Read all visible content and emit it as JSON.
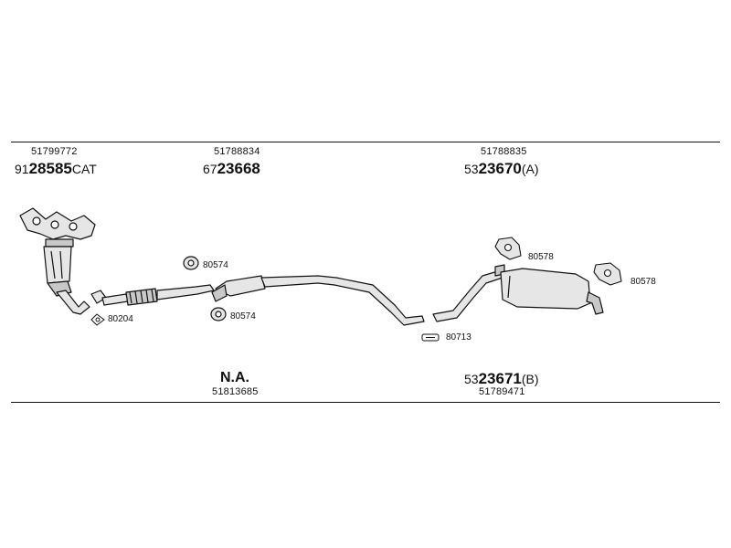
{
  "sections": [
    {
      "oe_number": "51799772",
      "part_prefix": "91",
      "part_main": "28585",
      "part_suffix": "CAT"
    },
    {
      "oe_number": "51788834",
      "part_prefix": "67",
      "part_main": "23668",
      "part_suffix": ""
    },
    {
      "oe_number": "51788835",
      "part_prefix": "53",
      "part_main": "23670",
      "part_suffix": "(A)"
    }
  ],
  "bottom_sections": [
    {
      "label": "N.A.",
      "oe_number": "51813685"
    },
    {
      "part_prefix": "53",
      "part_main": "23671",
      "part_suffix": "(B)",
      "oe_number": "51789471"
    }
  ],
  "accessories": {
    "gasket": "80204",
    "hanger_upper": "80574",
    "hanger_lower": "80574",
    "clamp": "80713",
    "rubber_mount_left": "80578",
    "rubber_mount_right": "80578"
  },
  "colors": {
    "line": "#111111",
    "fill_light": "#e6e6e6",
    "fill_mid": "#c8c8c8",
    "background": "#ffffff"
  }
}
